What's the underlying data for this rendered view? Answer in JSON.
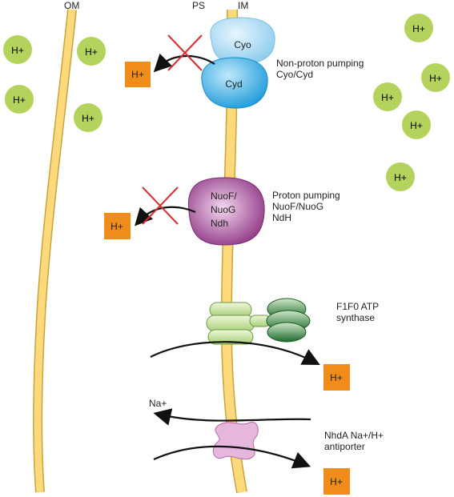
{
  "regions": {
    "om": "OM",
    "ps": "PS",
    "im": "IM"
  },
  "ion_labels": {
    "proton": "H+",
    "sodium": "Na+"
  },
  "labels": {
    "cyo": "Cyo",
    "cyd": "Cyd",
    "cyo_cyd": "Non-proton pumping\nCyo/Cyd",
    "nuof": "NuoF/",
    "nuog": "NuoG",
    "ndh": "Ndh",
    "nuo_group": "Proton pumping\nNuoF/NuoG\nNdH",
    "f1f0": "F1F0 ATP\nsynthase",
    "nhda": "NhdA Na+/H+\nantiporter"
  },
  "colors": {
    "membrane": "#fcd97a",
    "membrane_edge": "#c9a33d",
    "proton_bubble": "#b3d35c",
    "proton_square": "#ef8c1a",
    "cyo": "#a8d8f0",
    "cyd": "#2aa7e0",
    "nuo": "#9a3d8f",
    "atp_light": "#c9e0a0",
    "atp_dark": "#2f7a3b",
    "antiporter": "#e7b6dd",
    "block_cross": "#d62e2e"
  }
}
